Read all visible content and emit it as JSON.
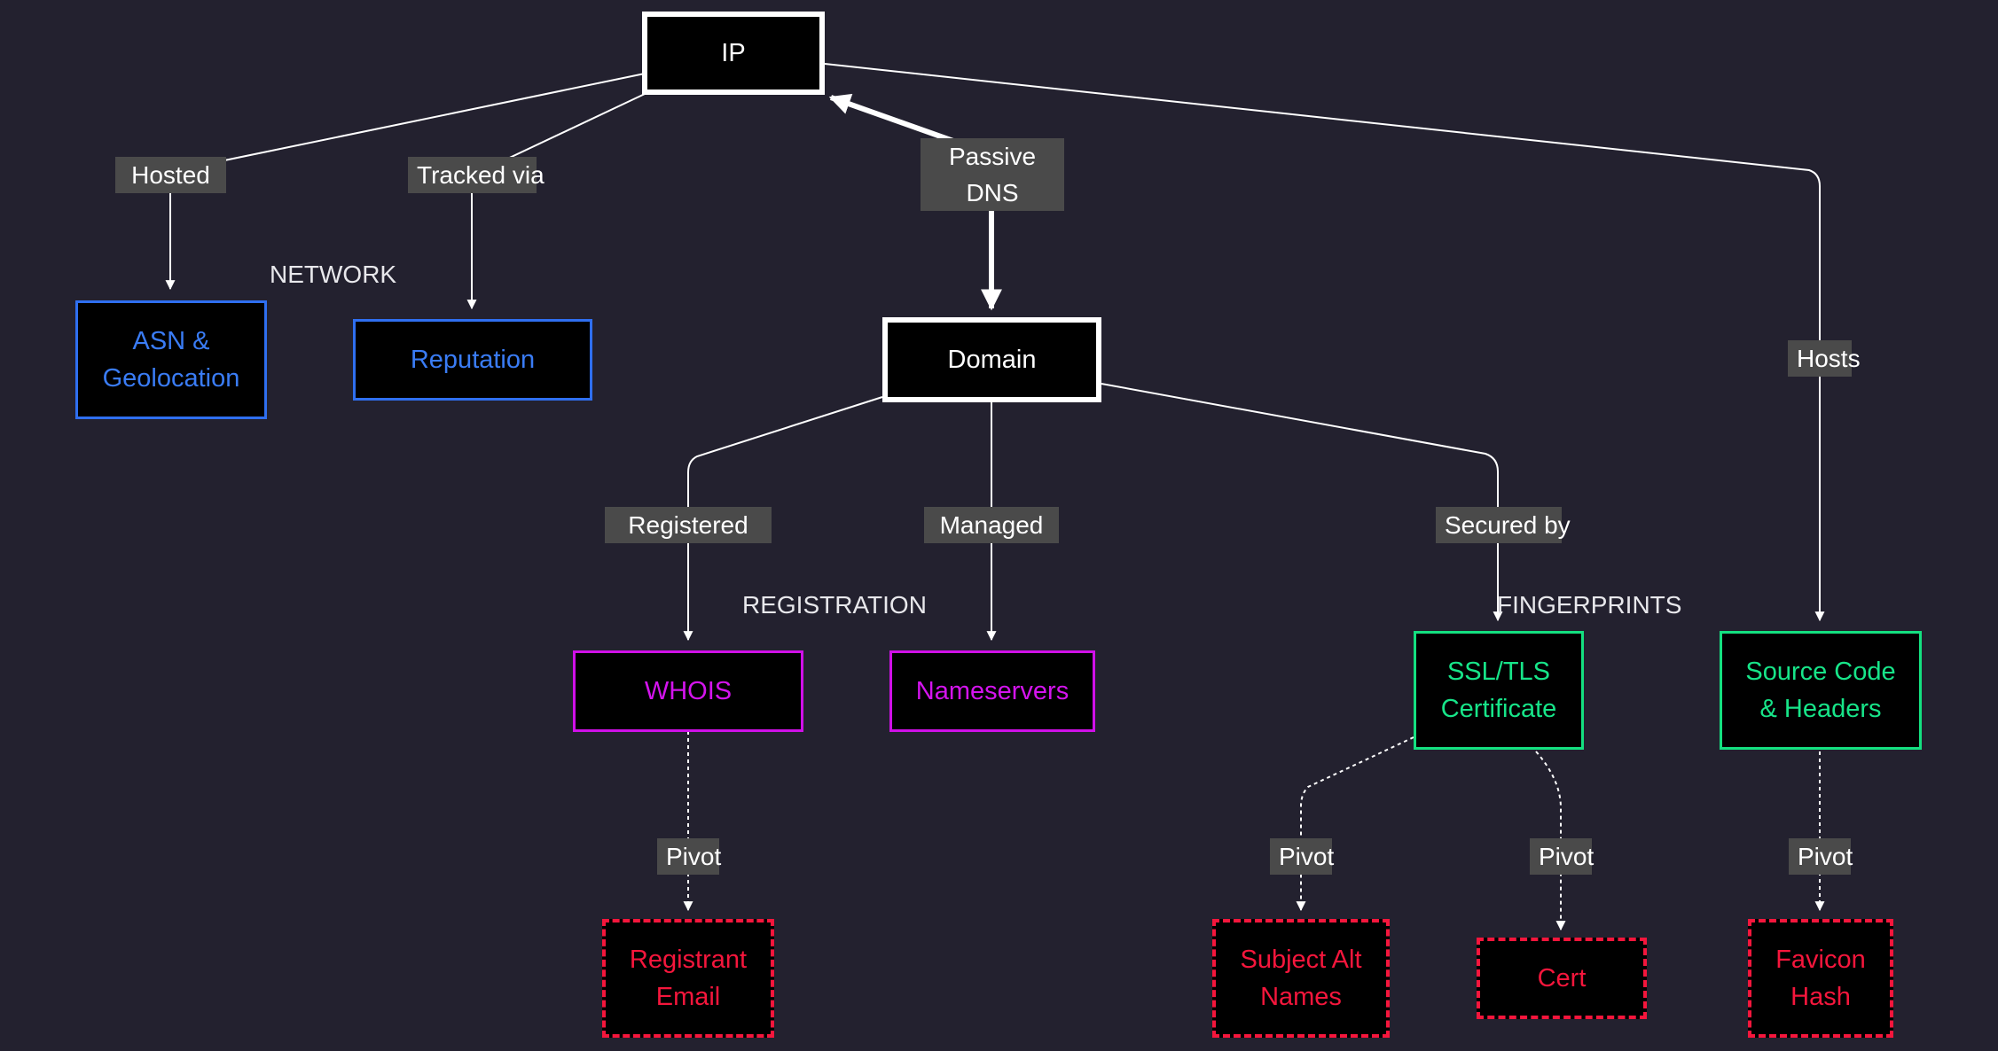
{
  "colors": {
    "background": "#23212f",
    "core": "#ffffff",
    "network": "#3a7cf5",
    "registration": "#d414ee",
    "fingerprint": "#17e589",
    "pivot": "#f5163c",
    "label_bg": "#4a4a4a"
  },
  "groups": {
    "network": "NETWORK",
    "registration": "REGISTRATION",
    "fingerprints": "FINGERPRINTS"
  },
  "nodes": {
    "ip": {
      "line1": "IP",
      "line2": ""
    },
    "domain": {
      "line1": "Domain",
      "line2": ""
    },
    "asn": {
      "line1": "ASN &",
      "line2": "Geolocation"
    },
    "reputation": {
      "line1": "Reputation",
      "line2": ""
    },
    "whois": {
      "line1": "WHOIS",
      "line2": ""
    },
    "nameservers": {
      "line1": "Nameservers",
      "line2": ""
    },
    "ssl": {
      "line1": "SSL/TLS",
      "line2": "Certificate"
    },
    "source": {
      "line1": "Source Code",
      "line2": "& Headers"
    },
    "registrant": {
      "line1": "Registrant",
      "line2": "Email"
    },
    "san": {
      "line1": "Subject Alt",
      "line2": "Names"
    },
    "cert": {
      "line1": "Cert",
      "line2": ""
    },
    "favicon": {
      "line1": "Favicon",
      "line2": "Hash"
    }
  },
  "edges": {
    "hosted": {
      "line1": "Hosted",
      "line2": ""
    },
    "tracked": {
      "line1": "Tracked via",
      "line2": ""
    },
    "passive_dns": {
      "line1": "Passive",
      "line2": "DNS"
    },
    "hosts": {
      "line1": "Hosts",
      "line2": ""
    },
    "registered": {
      "line1": "Registered",
      "line2": ""
    },
    "managed": {
      "line1": "Managed",
      "line2": ""
    },
    "secured": {
      "line1": "Secured by",
      "line2": ""
    },
    "pivot_whois": {
      "line1": "Pivot",
      "line2": ""
    },
    "pivot_san": {
      "line1": "Pivot",
      "line2": ""
    },
    "pivot_cert": {
      "line1": "Pivot",
      "line2": ""
    },
    "pivot_favicon": {
      "line1": "Pivot",
      "line2": ""
    }
  }
}
